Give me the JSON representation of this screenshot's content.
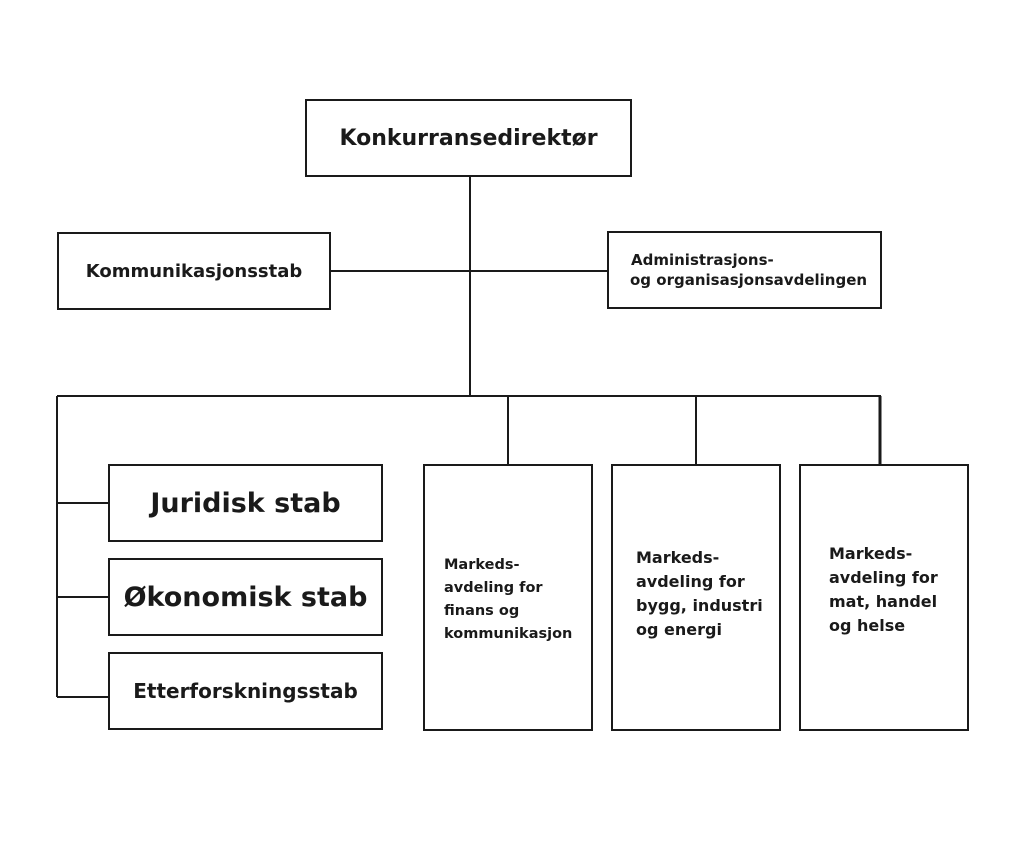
{
  "org_chart": {
    "director": "Konkurransedirektør",
    "staff_left": "Kommunikasjonsstab",
    "staff_right": {
      "line1": "Administrasjons-",
      "line2": "og organisasjonsavdelingen"
    },
    "staff_units": [
      "Juridisk stab",
      "Økonomisk stab",
      "Etterforskningsstab"
    ],
    "market_departments": [
      "Markeds-\navdeling for\nfinans og\nkommunikasjon",
      "Markeds-\navdeling for\nbygg, industri\nog energi",
      "Markeds-\navdeling for\nmat, handel\nog helse"
    ]
  },
  "colors": {
    "line": "#1a1a1a",
    "box_fill": "#ffffff",
    "text": "#1a1a1a"
  }
}
